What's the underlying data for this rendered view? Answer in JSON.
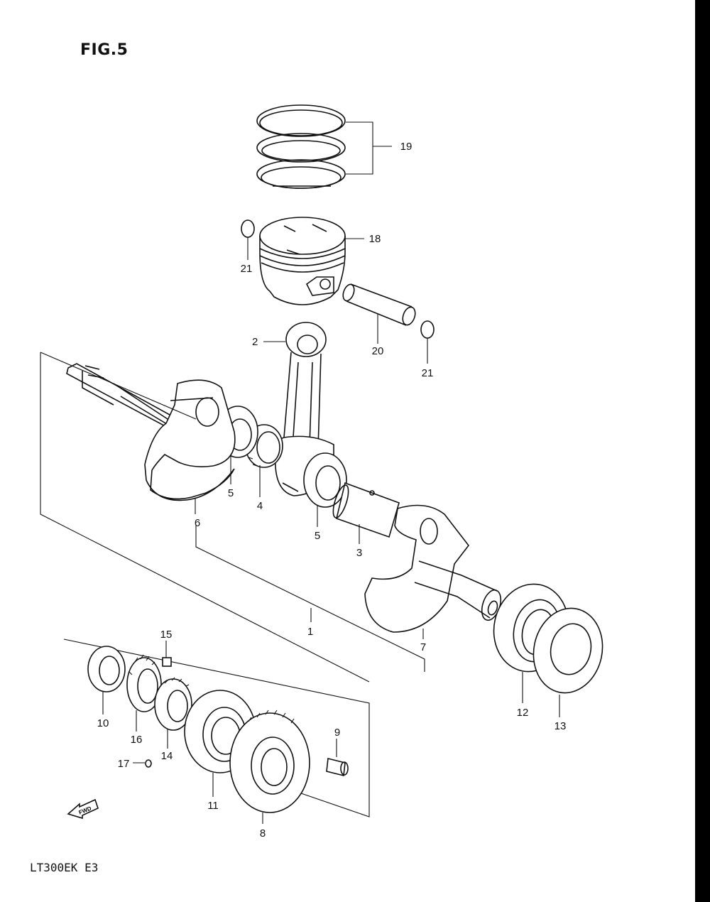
{
  "figure": {
    "title": "FIG.5",
    "model": "LT300EK E3",
    "fwd_label": "FWD"
  },
  "callouts": {
    "c1": "1",
    "c2": "2",
    "c3": "3",
    "c4": "4",
    "c5a": "5",
    "c5b": "5",
    "c6": "6",
    "c7": "7",
    "c8": "8",
    "c9": "9",
    "c10": "10",
    "c11": "11",
    "c12": "12",
    "c13": "13",
    "c14": "14",
    "c15": "15",
    "c16": "16",
    "c17": "17",
    "c18": "18",
    "c19": "19",
    "c20": "20",
    "c21a": "21",
    "c21b": "21"
  }
}
